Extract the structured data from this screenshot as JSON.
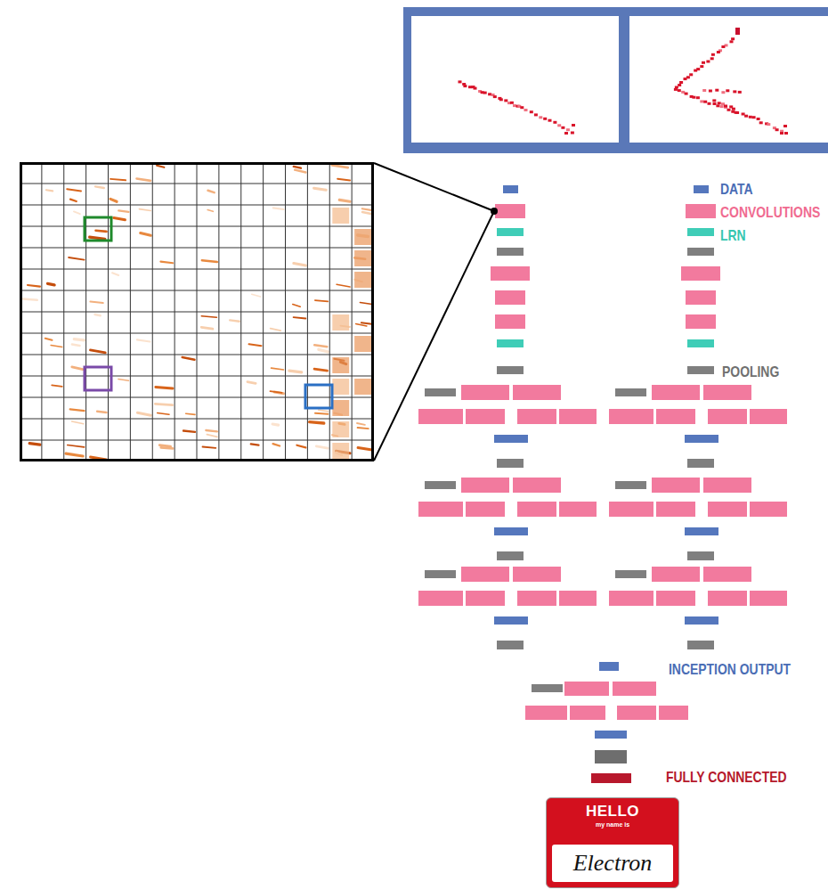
{
  "diagram": {
    "nodes": [
      {
        "text": [
          "HELLO",
          "my name is",
          "Electron"
        ]
      }
    ],
    "labels": [
      "DATA",
      "CONVOLUTIONS",
      "LRN",
      "POOLING",
      "INCEPTION OUTPUT",
      "FULLY CONNECTED"
    ]
  }
}
